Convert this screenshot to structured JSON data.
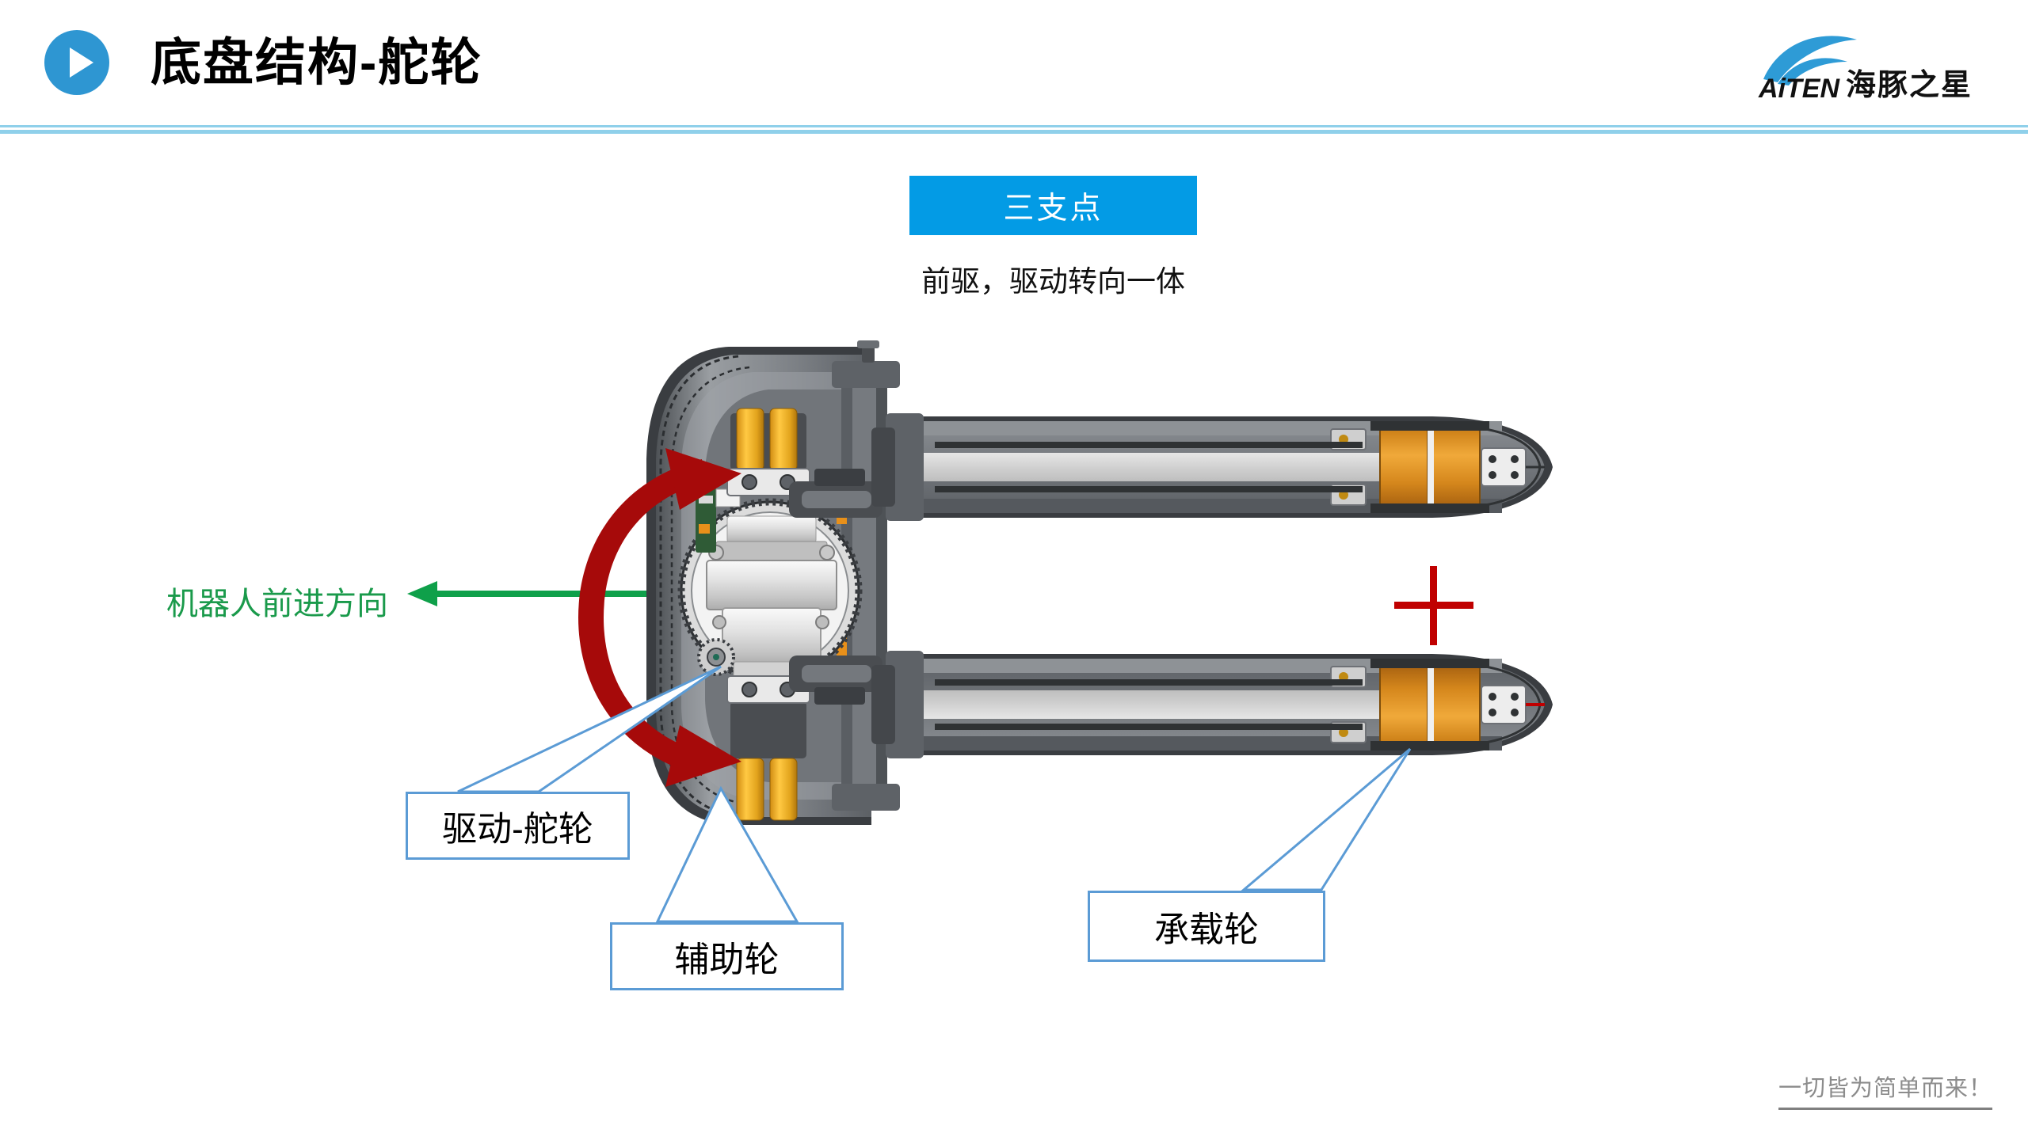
{
  "header": {
    "title": "底盘结构-舵轮",
    "play_icon": "play-triangle-icon",
    "logo": {
      "wordmark": "AiTEN",
      "chinese_name": "海豚之星",
      "swoosh_color": "#2E9BD6"
    },
    "divider_color": "#8FD0EA"
  },
  "banner": {
    "label": "三支点",
    "background": "#039BE5",
    "text_color": "#FFFFFF"
  },
  "subtitle": "前驱，驱动转向一体",
  "direction": {
    "label": "机器人前进方向",
    "color": "#1A9A4B",
    "arrow_icon": "left-arrow-icon"
  },
  "rotation_indicator": {
    "icon": "curved-double-arrow-icon",
    "color": "#A00000"
  },
  "crosshair": {
    "icon": "plus-crosshair-icon",
    "color": "#C00000"
  },
  "callouts": [
    {
      "id": "drive",
      "label": "驱动-舵轮",
      "border_color": "#5B9BD5"
    },
    {
      "id": "caster",
      "label": "辅助轮",
      "border_color": "#5B9BD5"
    },
    {
      "id": "load",
      "label": "承载轮",
      "border_color": "#5B9BD5"
    }
  ],
  "machine": {
    "name": "pallet-truck-top-view-diagram",
    "parts": {
      "chassis_color": "#6E7176",
      "fork_color": "#73777C",
      "fork_inner_color": "#D6D6D6",
      "load_wheel_color": "#E09020",
      "caster_wheel_color": "#F2B21C",
      "drive_wheel_color": "#D8D8D8",
      "pcb_color": "#2F5B36"
    }
  },
  "footer": {
    "text": "一切皆为简单而来！",
    "color": "#8C8C8C"
  }
}
